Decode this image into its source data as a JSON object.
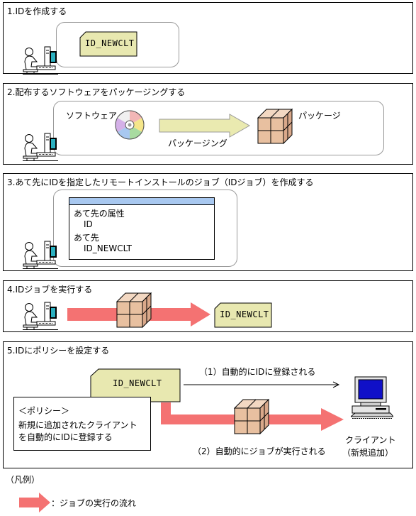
{
  "steps": [
    {
      "title": "1.IDを作成する"
    },
    {
      "title": "2.配布するソフトウェアをパッケージングする"
    },
    {
      "title": "3.あて先にIDを指定したリモートインストールのジョブ（IDジョブ）を作成する"
    },
    {
      "title": "4.IDジョブを実行する"
    },
    {
      "title": "5.IDにポリシーを設定する"
    }
  ],
  "id_tag": "ID_NEWCLT",
  "step2": {
    "software_label": "ソフトウェア",
    "package_label": "パッケージ",
    "arrow_label": "パッケージング"
  },
  "step3": {
    "dest_attr": "あて先の属性",
    "attr_value": "ID",
    "dest": "あて先",
    "dest_value": "ID_NEWCLT"
  },
  "step5": {
    "policy_title": "＜ポリシー＞",
    "policy_line1": "新規に追加されたクライアント",
    "policy_line2": "を自動的にIDに登録する",
    "flow1": "（1）自動的にIDに登録される",
    "flow2": "（2）自動的にジョブが実行される",
    "client_line1": "クライアント",
    "client_line2": "（新規追加）"
  },
  "legend": {
    "title": "（凡例）",
    "item": "：ジョブの実行の流れ"
  },
  "colors": {
    "flow_arrow": "#f47272",
    "tag_fill": "#e8e8b0",
    "package": "#e8c0a0"
  }
}
